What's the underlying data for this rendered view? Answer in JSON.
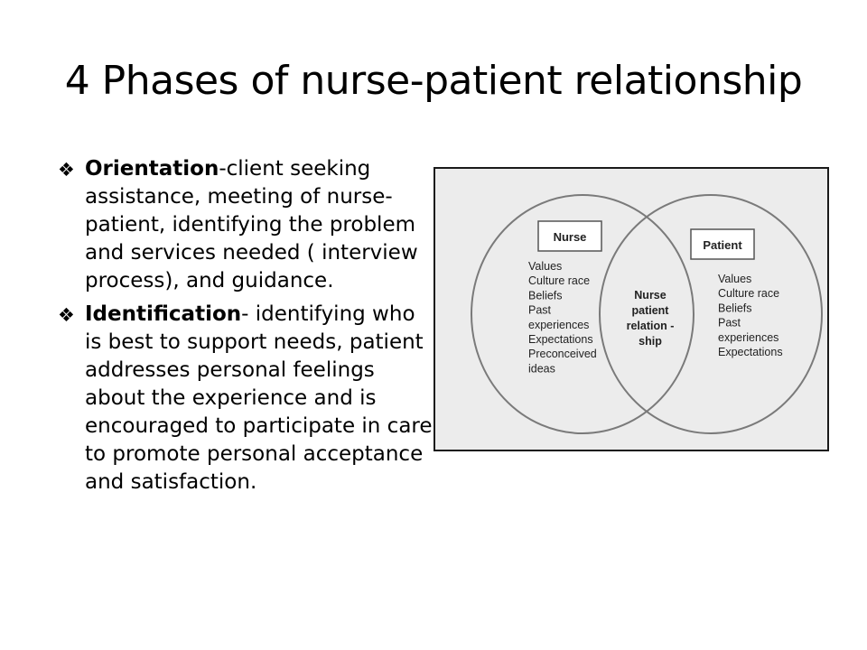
{
  "slide": {
    "title": "4 Phases  of nurse-patient relationship"
  },
  "bullets": [
    {
      "icon": "diamond-bullet-icon",
      "term": "Orientation",
      "text": "-client seeking assistance, meeting of nurse-patient,  identifying the problem and services needed ( interview process), and guidance."
    },
    {
      "icon": "diamond-bullet-icon",
      "term": "Identification",
      "text": "- identifying who is best to support needs, patient addresses personal feelings about the experience and is encouraged to participate in care to promote personal acceptance and satisfaction."
    }
  ],
  "venn": {
    "left_label": "Nurse",
    "left_items": [
      "Values",
      "Culture race",
      "Beliefs",
      "Past",
      "experiences",
      "Expectations",
      "Preconceived",
      "ideas"
    ],
    "right_label": "Patient",
    "right_items": [
      "Values",
      "Culture race",
      "Beliefs",
      "Past",
      "experiences",
      "Expectations"
    ],
    "center_lines": [
      "Nurse",
      "patient",
      "relation -",
      "ship"
    ]
  },
  "colors": {
    "diagram_background": "#ececec",
    "circle_stroke": "#7a7a7a",
    "frame_border": "#1a1a1a"
  }
}
